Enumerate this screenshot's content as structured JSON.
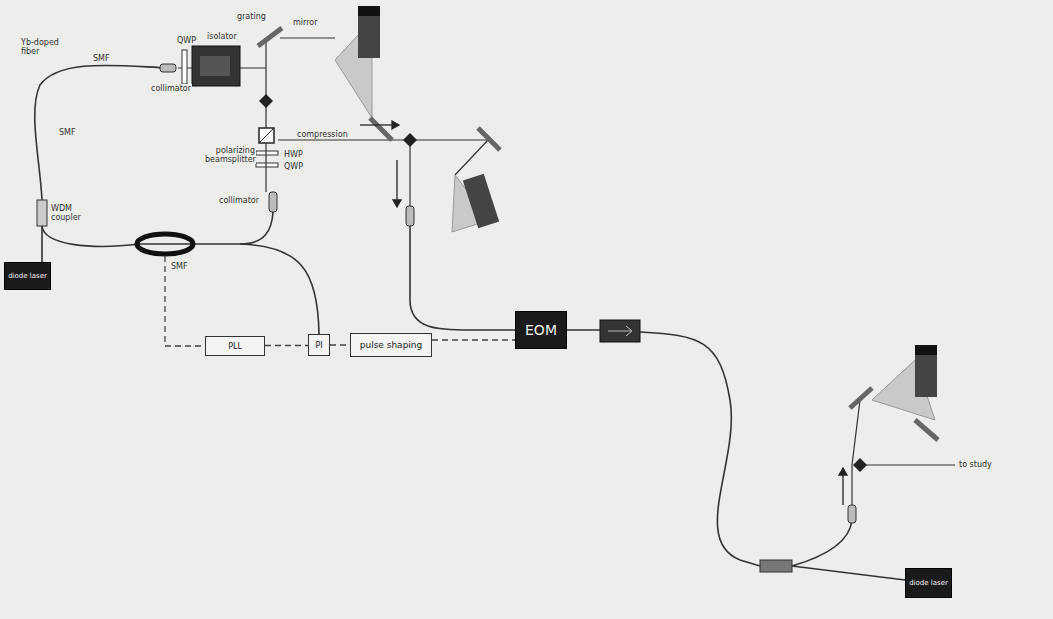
{
  "diagram": {
    "nodes": [
      {
        "text": [
          "diode laser"
        ]
      },
      {
        "text": [
          "PLL"
        ]
      },
      {
        "text": [
          "PI"
        ]
      },
      {
        "text": [
          "pulse shaping"
        ]
      },
      {
        "text": [
          "EOM"
        ]
      },
      {
        "text": [
          "diode laser"
        ]
      }
    ],
    "edges": [
      {
        "from": 1,
        "to": 2,
        "arrow": "none"
      },
      {
        "from": 2,
        "to": 3,
        "arrow": "none"
      },
      {
        "from": 3,
        "to": 4,
        "arrow": "none"
      }
    ],
    "labels": [
      "Yb-doped fiber",
      "QWP",
      "isolator",
      "grating",
      "mirror",
      "SMF",
      "collimator",
      "SMF",
      "polarizing beamsplitter",
      "HWP",
      "QWP",
      "collimator",
      "WDM coupler",
      "SMF",
      "compression",
      "to study"
    ]
  }
}
